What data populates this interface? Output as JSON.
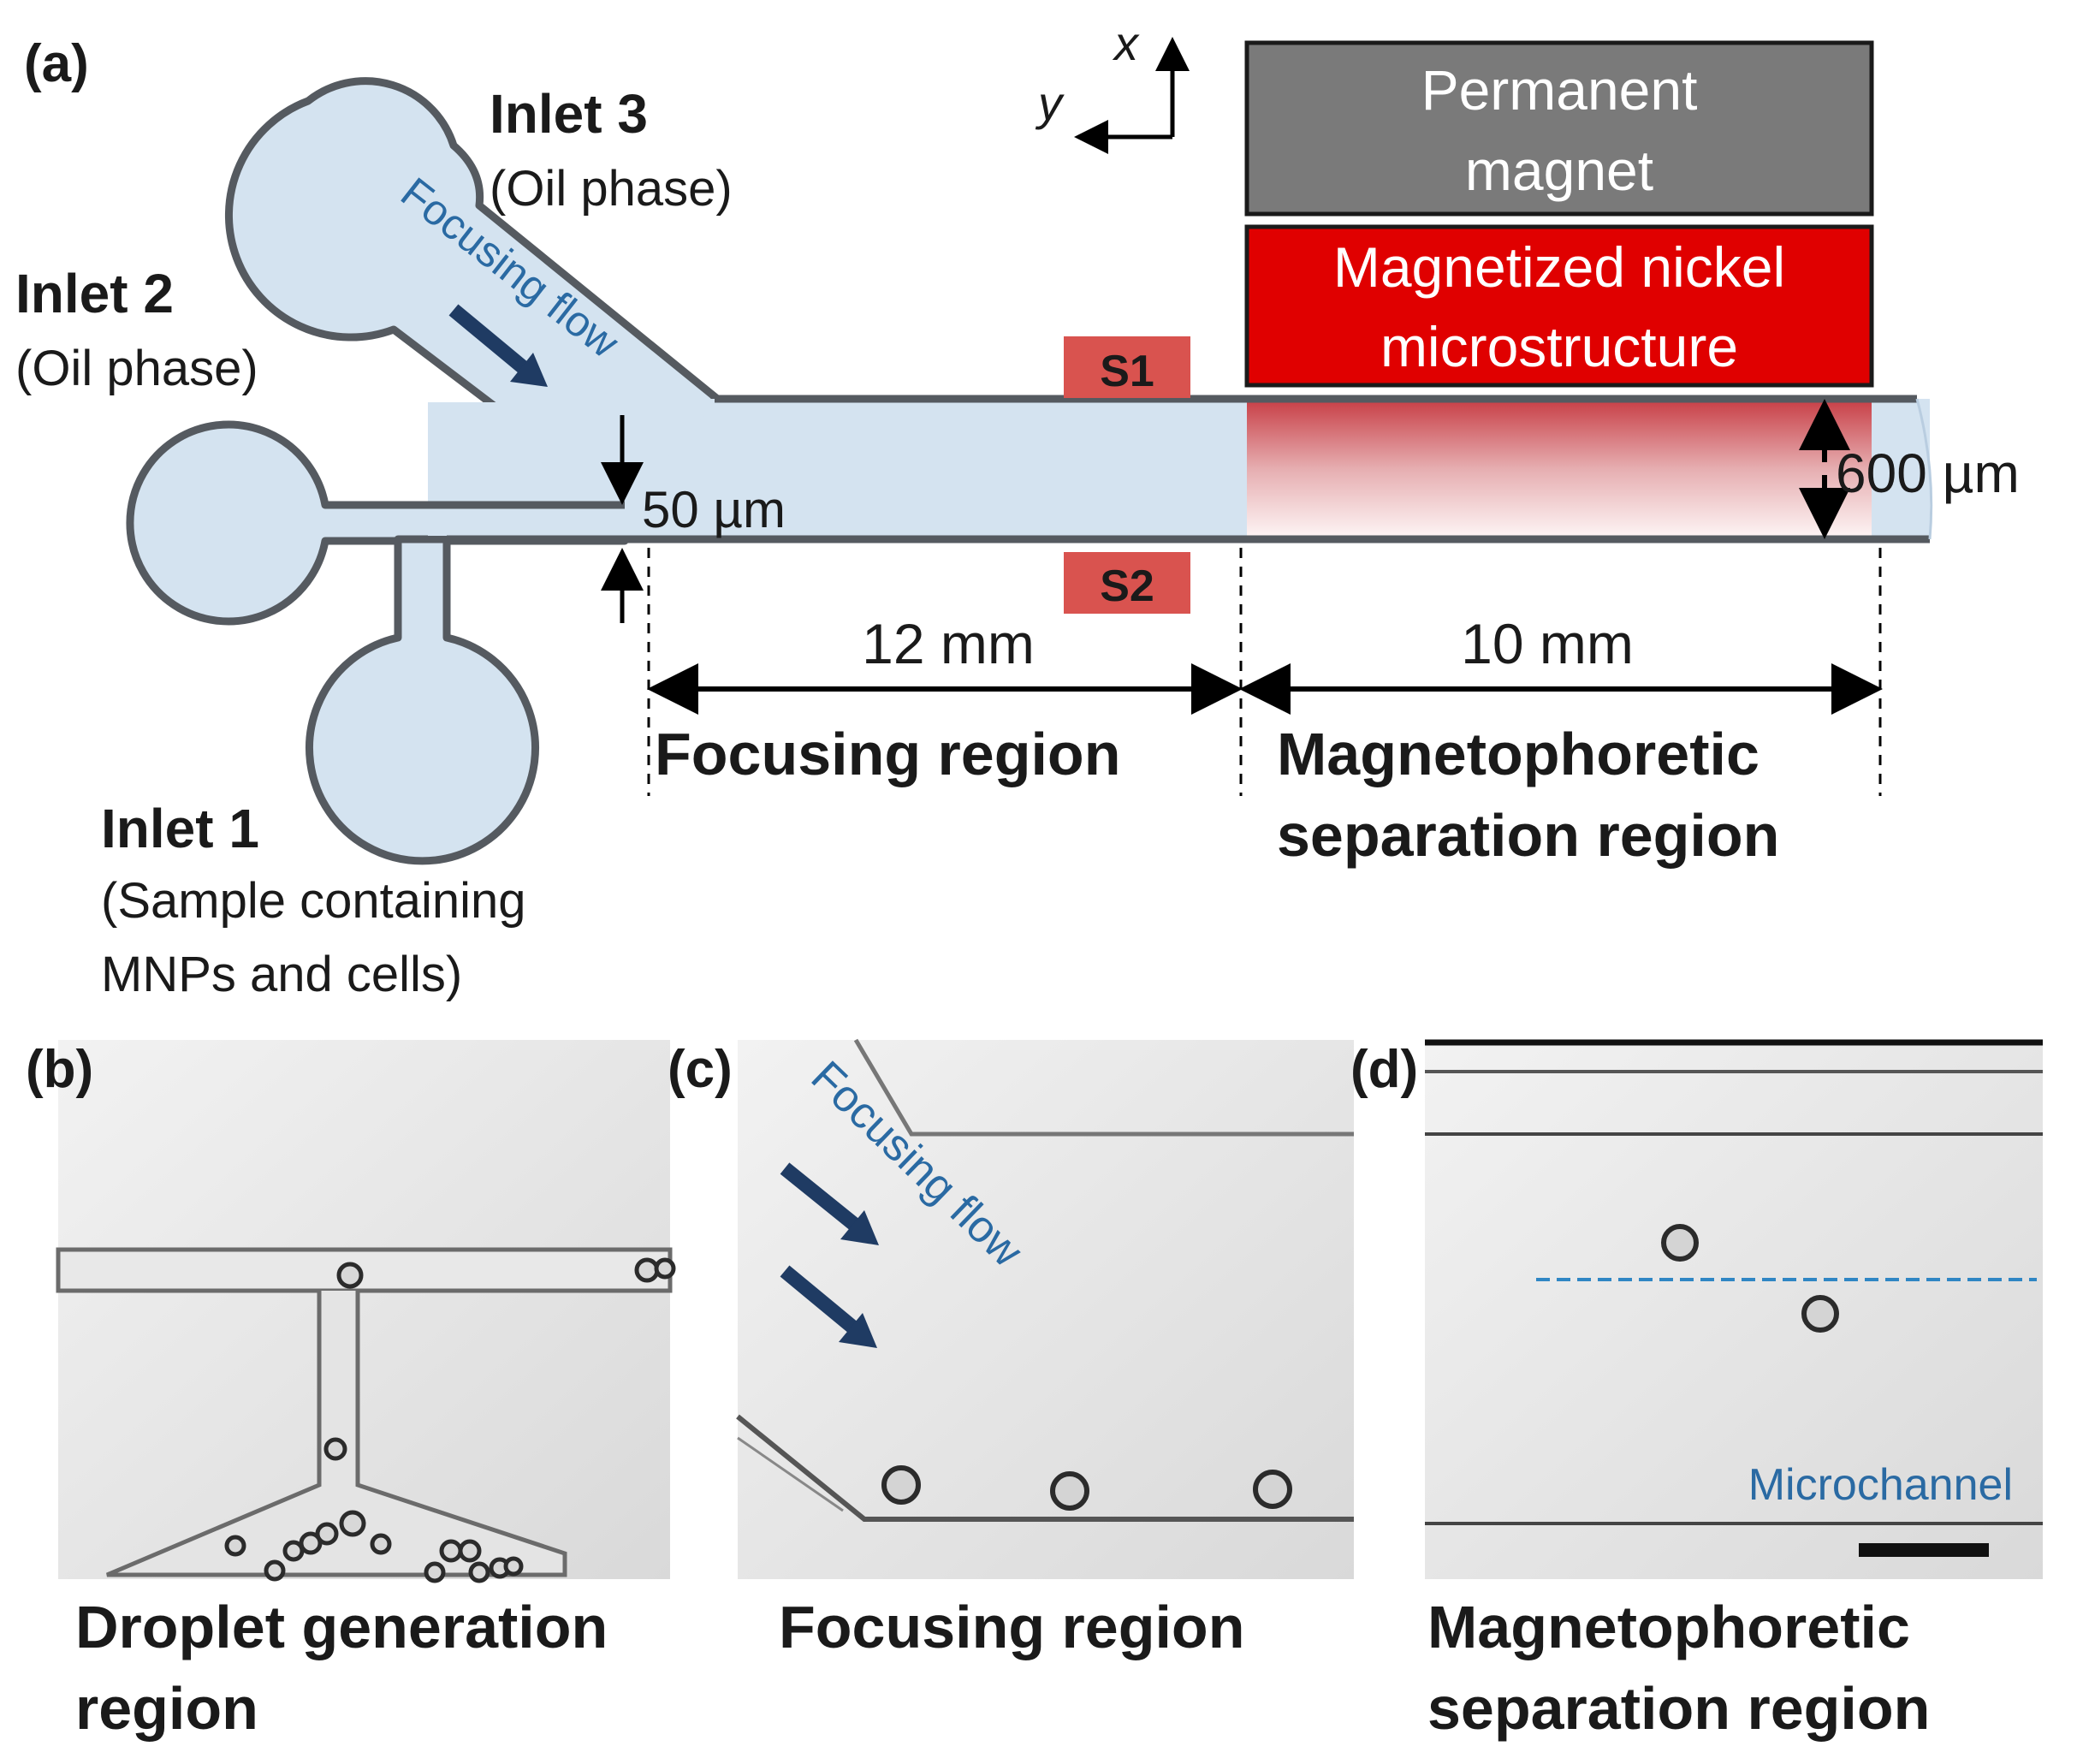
{
  "panel_a": {
    "label": "(a)",
    "inlet3": {
      "title": "Inlet 3",
      "sub": "(Oil phase)"
    },
    "inlet2": {
      "title": "Inlet 2",
      "sub": "(Oil phase)"
    },
    "inlet1": {
      "title": "Inlet 1",
      "sub1": "(Sample containing",
      "sub2": "MNPs and cells)"
    },
    "focusing_flow": "Focusing flow",
    "axis_x": "x",
    "axis_y": "y",
    "magnet_line1": "Permanent",
    "magnet_line2": "magnet",
    "nickel_line1": "Magnetized nickel",
    "nickel_line2": "microstructure",
    "s1": "S1",
    "s2": "S2",
    "gap_label": "50 µm",
    "width_label": "600 µm",
    "len1_label": "12 mm",
    "len2_label": "10 mm",
    "region1": "Focusing region",
    "region2_line1": "Magnetophoretic",
    "region2_line2": "separation region"
  },
  "panel_b": {
    "label": "(b)",
    "caption1": "Droplet generation",
    "caption2": "region"
  },
  "panel_c": {
    "label": "(c)",
    "focusing_flow": "Focusing flow",
    "caption": "Focusing region"
  },
  "panel_d": {
    "label": "(d)",
    "microchannel": "Microchannel",
    "caption1": "Magnetophoretic",
    "caption2": "separation region"
  },
  "colors": {
    "channel_fill": "#d4e3f0",
    "channel_stroke": "#555a60",
    "magnet": "#7a7a7a",
    "nickel": "#e00000",
    "sensor": "#d9534f",
    "arrow_blue": "#1f3b63",
    "text_blue": "#2a6aa3"
  }
}
